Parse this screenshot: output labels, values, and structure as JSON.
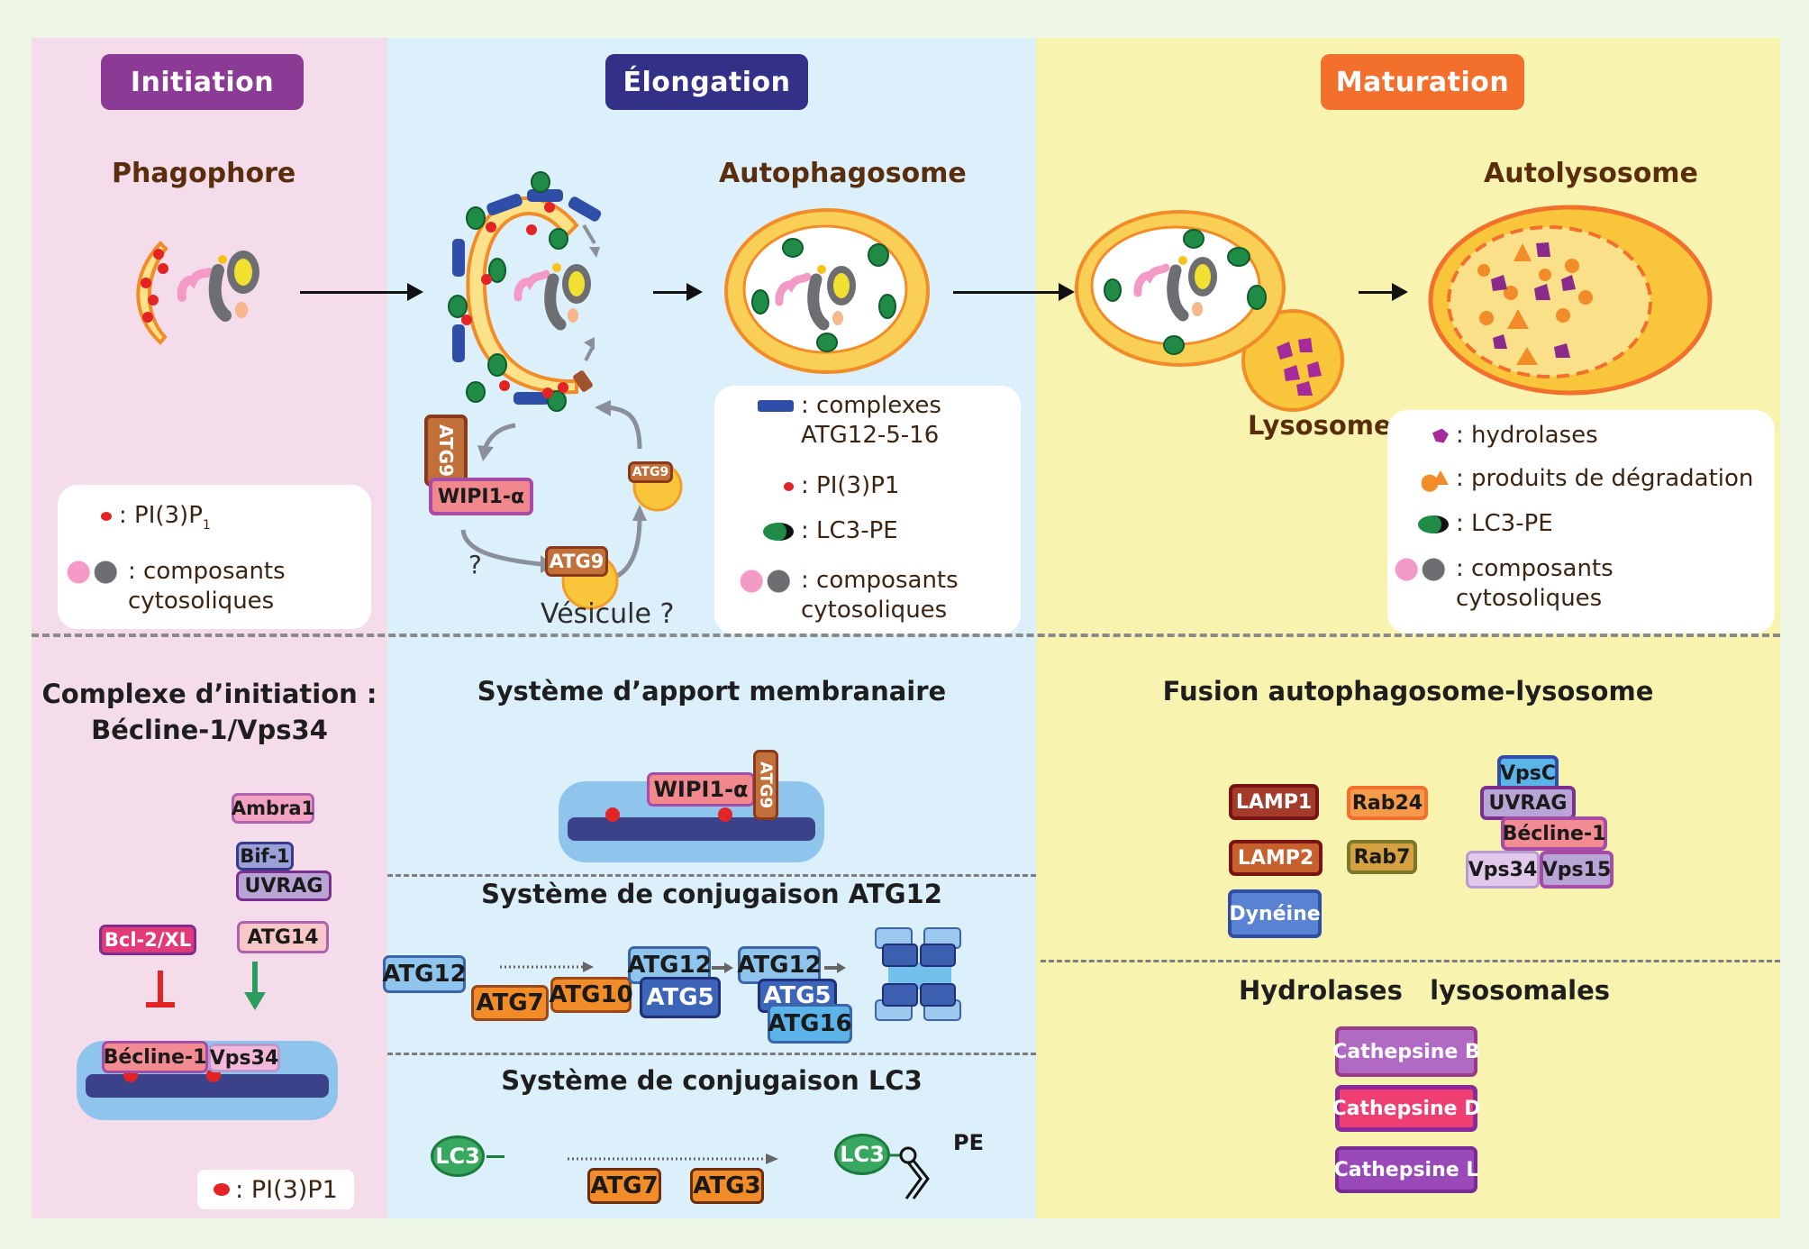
{
  "stages": {
    "initiation": {
      "label": "Initiation",
      "color": "#8b3a95"
    },
    "elongation": {
      "label": "Élongation",
      "color": "#333087"
    },
    "maturation": {
      "label": "Maturation",
      "color": "#f26f2c"
    }
  },
  "structures": {
    "phagophore": "Phagophore",
    "autophagosome": "Autophagosome",
    "autolysosome": "Autolysosome",
    "lysosome": "Lysosome",
    "vesicle": "Vésicule ?",
    "question": "?"
  },
  "cycle_tags": {
    "atg9_membrane": "ATG9",
    "wipi": "WIPI1-α",
    "atg9_vesicle_bottom": "ATG9",
    "atg9_vesicle_right": "ATG9"
  },
  "legends": {
    "initiation": [
      {
        "icon": "pi3p-dot-icon",
        "text": ": PI(3)P",
        "sub": "1"
      },
      {
        "icon": "cytosolic-components-icon",
        "text": ": composants\ncytosoliques"
      }
    ],
    "elongation": [
      {
        "icon": "atg12-5-16-complex-icon",
        "text": ": complexes\nATG12-5-16"
      },
      {
        "icon": "pi3p-dot-icon",
        "text": ": PI(3)P1"
      },
      {
        "icon": "lc3-pe-icon",
        "text": ": LC3-PE"
      },
      {
        "icon": "cytosolic-components-icon",
        "text": ": composants\ncytosoliques"
      }
    ],
    "maturation": [
      {
        "icon": "hydrolase-icon",
        "text": ": hydrolases"
      },
      {
        "icon": "degradation-products-icon",
        "text": ": produits de dégradation"
      },
      {
        "icon": "lc3-pe-icon",
        "text": ": LC3-PE"
      },
      {
        "icon": "cytosolic-components-icon",
        "text": ": composants\ncytosoliques"
      }
    ]
  },
  "initiation_complex": {
    "title_line1": "Complexe d’initiation :",
    "title_line2": "Bécline-1/Vps34",
    "ambra": "Ambra1",
    "bif": "Bif-1",
    "uvrag": "UVRAG",
    "bcl": "Bcl-2/XL",
    "atg14": "ATG14",
    "becline": "Bécline-1",
    "vps34": "Vps34",
    "pi3p_legend": ": PI(3)P1"
  },
  "membrane_supply": {
    "title": "Système d’apport membranaire",
    "wipi": "WIPI1-α",
    "atg9": "ATG9"
  },
  "atg12_system": {
    "title": "Système de conjugaison ATG12",
    "atg12_a": "ATG12",
    "atg7": "ATG7",
    "atg10": "ATG10",
    "atg12_b": "ATG12",
    "atg5_b": "ATG5",
    "atg12_c": "ATG12",
    "atg5_c": "ATG5",
    "atg16": "ATG16"
  },
  "lc3_system": {
    "title": "Système de conjugaison LC3",
    "lc3_a": "LC3",
    "atg7": "ATG7",
    "atg3": "ATG3",
    "lc3_b": "LC3",
    "pe": "PE"
  },
  "fusion": {
    "title": "Fusion autophagosome-lysosome",
    "lamp1": "LAMP1",
    "lamp2": "LAMP2",
    "dynein": "Dynéine",
    "rab24": "Rab24",
    "rab7": "Rab7",
    "vpsc": "VpsC",
    "uvrag": "UVRAG",
    "becline": "Bécline-1",
    "vps34": "Vps34",
    "vps15": "Vps15"
  },
  "hydrolases": {
    "title": "Hydrolases   lysosomales",
    "items": [
      "Cathepsine B",
      "Cathepsine D",
      "Cathepsine L"
    ]
  }
}
